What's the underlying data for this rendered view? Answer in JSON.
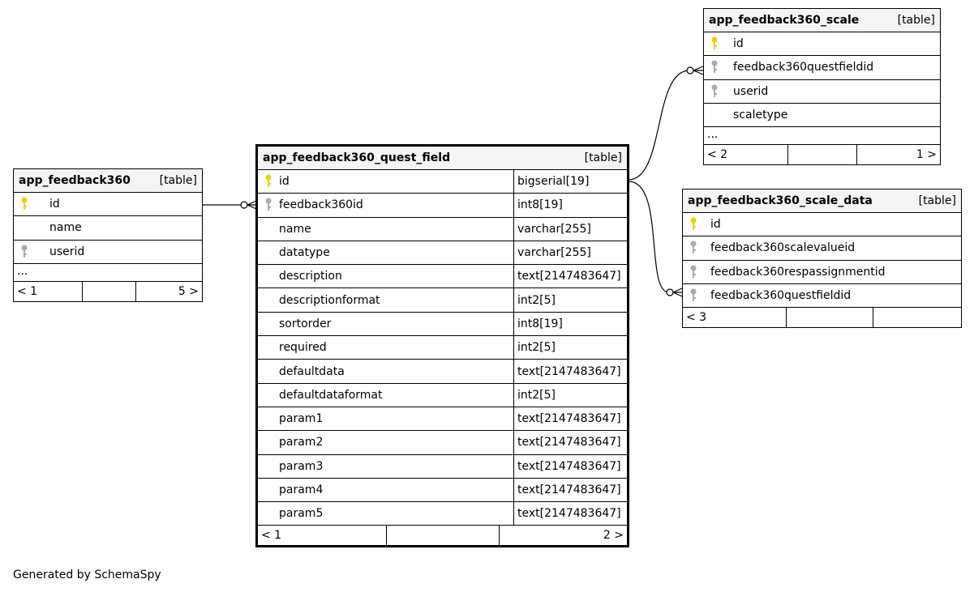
{
  "tables": {
    "app_feedback360": {
      "name": "app_feedback360",
      "type": "[table]",
      "columns": [
        {
          "name": "id",
          "key": "primary"
        },
        {
          "name": "name",
          "key": ""
        },
        {
          "name": "userid",
          "key": "foreign"
        }
      ],
      "ellipsis": "...",
      "footer": {
        "left": "< 1",
        "right": "5 >"
      }
    },
    "app_feedback360_quest_field": {
      "name": "app_feedback360_quest_field",
      "type": "[table]",
      "columns": [
        {
          "name": "id",
          "key": "primary",
          "type": "bigserial[19]"
        },
        {
          "name": "feedback360id",
          "key": "foreign",
          "type": "int8[19]"
        },
        {
          "name": "name",
          "key": "",
          "type": "varchar[255]"
        },
        {
          "name": "datatype",
          "key": "",
          "type": "varchar[255]"
        },
        {
          "name": "description",
          "key": "",
          "type": "text[2147483647]"
        },
        {
          "name": "descriptionformat",
          "key": "",
          "type": "int2[5]"
        },
        {
          "name": "sortorder",
          "key": "",
          "type": "int8[19]"
        },
        {
          "name": "required",
          "key": "",
          "type": "int2[5]"
        },
        {
          "name": "defaultdata",
          "key": "",
          "type": "text[2147483647]"
        },
        {
          "name": "defaultdataformat",
          "key": "",
          "type": "int2[5]"
        },
        {
          "name": "param1",
          "key": "",
          "type": "text[2147483647]"
        },
        {
          "name": "param2",
          "key": "",
          "type": "text[2147483647]"
        },
        {
          "name": "param3",
          "key": "",
          "type": "text[2147483647]"
        },
        {
          "name": "param4",
          "key": "",
          "type": "text[2147483647]"
        },
        {
          "name": "param5",
          "key": "",
          "type": "text[2147483647]"
        }
      ],
      "footer": {
        "left": "< 1",
        "right": "2 >"
      }
    },
    "app_feedback360_scale": {
      "name": "app_feedback360_scale",
      "type": "[table]",
      "columns": [
        {
          "name": "id",
          "key": "primary"
        },
        {
          "name": "feedback360questfieldid",
          "key": "foreign"
        },
        {
          "name": "userid",
          "key": "foreign"
        },
        {
          "name": "scaletype",
          "key": ""
        }
      ],
      "ellipsis": "...",
      "footer": {
        "left": "< 2",
        "right": "1 >"
      }
    },
    "app_feedback360_scale_data": {
      "name": "app_feedback360_scale_data",
      "type": "[table]",
      "columns": [
        {
          "name": "id",
          "key": "primary"
        },
        {
          "name": "feedback360scalevalueid",
          "key": "foreign"
        },
        {
          "name": "feedback360respassignmentid",
          "key": "foreign"
        },
        {
          "name": "feedback360questfieldid",
          "key": "foreign"
        }
      ],
      "footer": {
        "left": "< 3",
        "right": ""
      }
    }
  },
  "credit": "Generated by SchemaSpy",
  "colors": {
    "primary_key": "#e6d400",
    "foreign_key": "#aaaaaa",
    "header_bg": "#f4f4f4"
  }
}
